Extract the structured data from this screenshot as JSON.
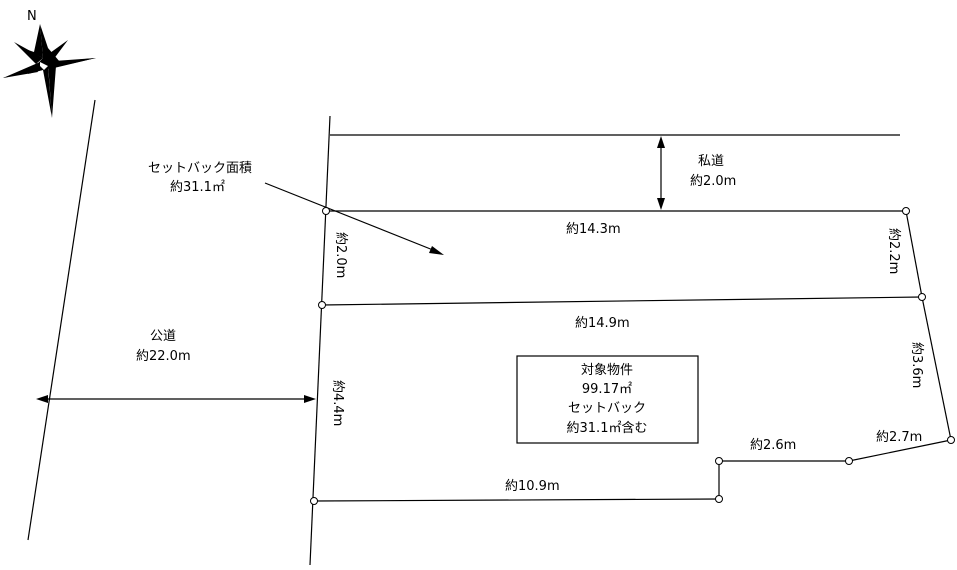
{
  "compass": {
    "north_letter": "N"
  },
  "setback": {
    "title": "セットバック面積",
    "area": "約31.1㎡"
  },
  "private_road": {
    "name": "私道",
    "width": "約2.0m"
  },
  "public_road": {
    "name": "公道",
    "width": "約22.0m"
  },
  "dimensions": {
    "top_edge": "約14.3m",
    "middle_edge": "約14.9m",
    "bottom_edge": "約10.9m",
    "left_setback_depth": "約2.0m",
    "right_setback_depth": "約2.2m",
    "left_lower_side": "約4.4m",
    "right_lower_side": "約3.6m",
    "notch_top": "約2.6m",
    "slanted_bottom_right": "約2.7m"
  },
  "property_box": {
    "line1": "対象物件",
    "line2": "99.17㎡",
    "line3": "セットバック",
    "line4": "約31.1㎡含む"
  }
}
